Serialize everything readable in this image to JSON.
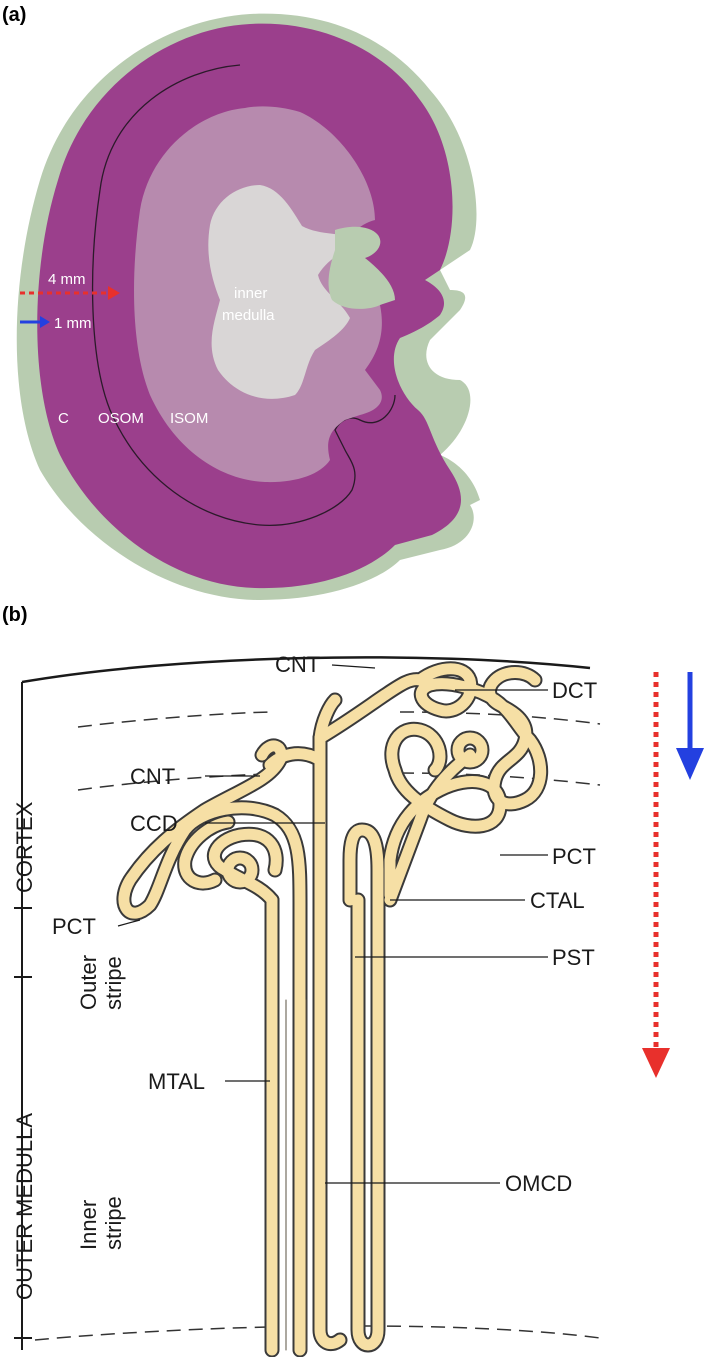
{
  "panel_a": {
    "label": "(a)",
    "scale_4mm": "4 mm",
    "scale_1mm": "1 mm",
    "region_inner_medulla_line1": "inner",
    "region_inner_medulla_line2": "medulla",
    "region_c": "C",
    "region_osom": "OSOM",
    "region_isom": "ISOM",
    "colors": {
      "tissue": "#9b3f8c",
      "tissue_dark": "#7d2f73",
      "background_matrix": "#b8ccb0",
      "medulla": "#d9d6d6",
      "arrow_red": "#e8302c",
      "arrow_blue": "#2340e0"
    }
  },
  "panel_b": {
    "label": "(b)",
    "side_cortex": "CORTEX",
    "side_outer_medulla": "OUTER MEDULLA",
    "side_outer": "Outer",
    "side_stripe1": "stripe",
    "side_inner": "Inner",
    "side_stripe2": "stripe",
    "labels": {
      "cnt_top": "CNT",
      "dct": "DCT",
      "cnt_left": "CNT",
      "ccd": "CCD",
      "pct_right": "PCT",
      "pct_left": "PCT",
      "ctal": "CTAL",
      "pst": "PST",
      "mtal": "MTAL",
      "omcd": "OMCD"
    },
    "colors": {
      "tubule": "#f6dfa5",
      "outline": "#3a3a3a",
      "arrow_red": "#e8302c",
      "arrow_blue": "#2340e0"
    }
  }
}
